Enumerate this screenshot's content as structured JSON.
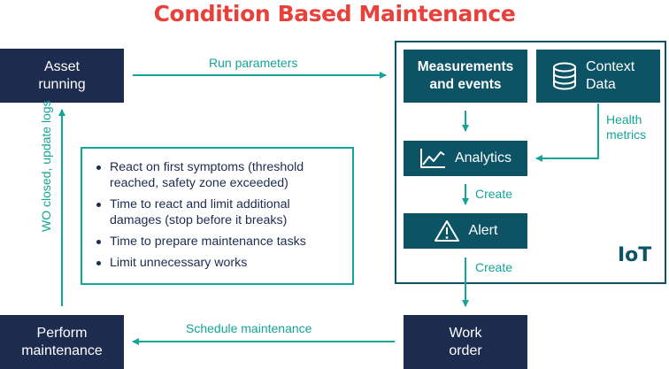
{
  "title": "Condition Based Maintenance",
  "nodes": {
    "asset_running": "Asset\nrunning",
    "perform_maintenance": "Perform\nmaintenance",
    "work_order": "Work\norder",
    "measurements": "Measurements\nand events",
    "context_data": "Context\nData",
    "analytics": "Analytics",
    "alert": "Alert"
  },
  "edges": {
    "run_parameters": "Run parameters",
    "schedule_maintenance": "Schedule maintenance",
    "wo_closed": "WO closed, update logs",
    "health_metrics": "Health\nmetrics",
    "create_1": "Create",
    "create_2": "Create"
  },
  "group_label": "IoT",
  "benefits": [
    "React on first symptoms (threshold reached, safety zone exceeded)",
    "Time to react and limit additional damages (stop before it breaks)",
    "Time to prepare maintenance tasks",
    "Limit unnecessary works"
  ],
  "colors": {
    "title": "#e8403a",
    "navy": "#1d2b4f",
    "teal": "#0d5366",
    "accent": "#13a596"
  },
  "icons": [
    "database-icon",
    "line-chart-icon",
    "warning-triangle-icon"
  ]
}
